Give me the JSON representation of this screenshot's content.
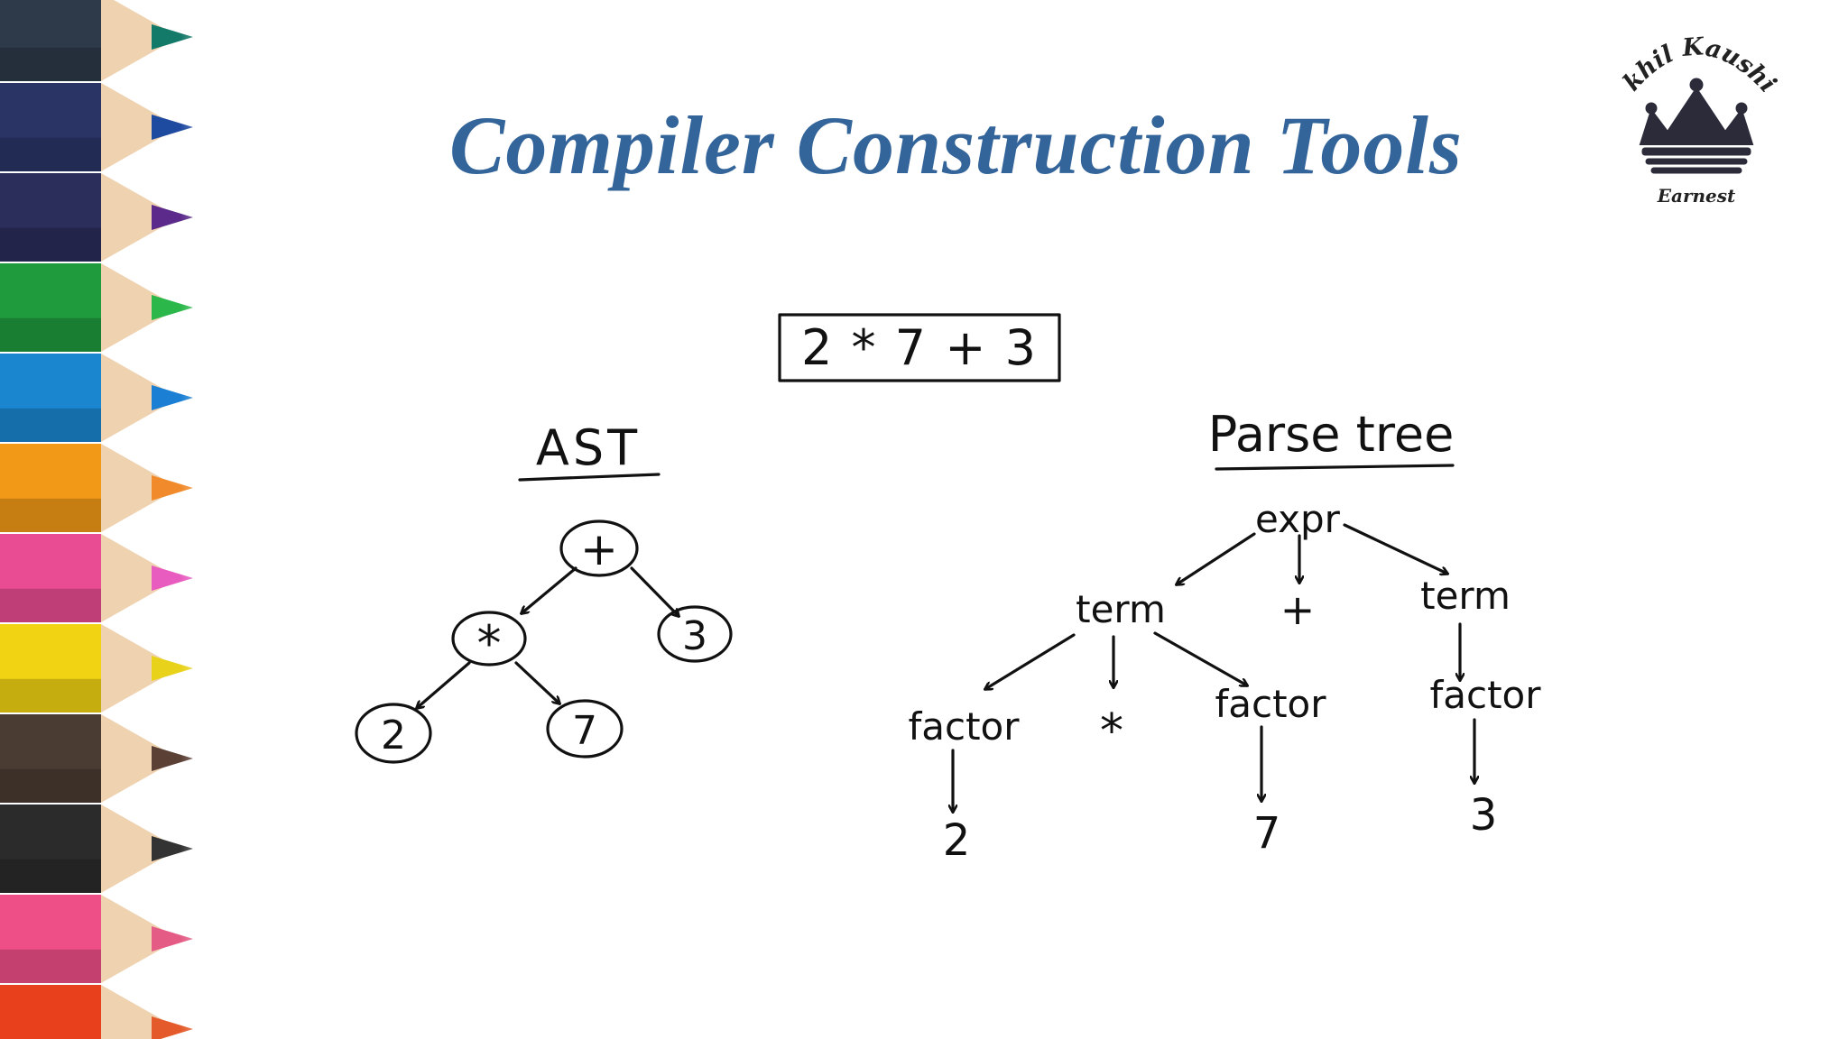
{
  "slide": {
    "title": "Compiler Construction Tools",
    "colors": {
      "title": "#34659a",
      "ink": "#111111",
      "background": "#ffffff"
    }
  },
  "logo": {
    "name": "Akhil Kaushik",
    "tagline": "Earnest",
    "icon": "crown-icon"
  },
  "diagram": {
    "expression": "2 * 7 + 3",
    "ast": {
      "heading": "AST",
      "nodes": {
        "root": "+",
        "mul": "*",
        "three": "3",
        "two": "2",
        "seven": "7"
      }
    },
    "parse_tree": {
      "heading": "Parse tree",
      "expr": "expr",
      "term_left": "term",
      "plus": "+",
      "term_right": "term",
      "factor_1": "factor",
      "star": "*",
      "factor_2": "factor",
      "factor_3": "factor",
      "leaf_1": "2",
      "leaf_2": "7",
      "leaf_3": "3"
    }
  }
}
